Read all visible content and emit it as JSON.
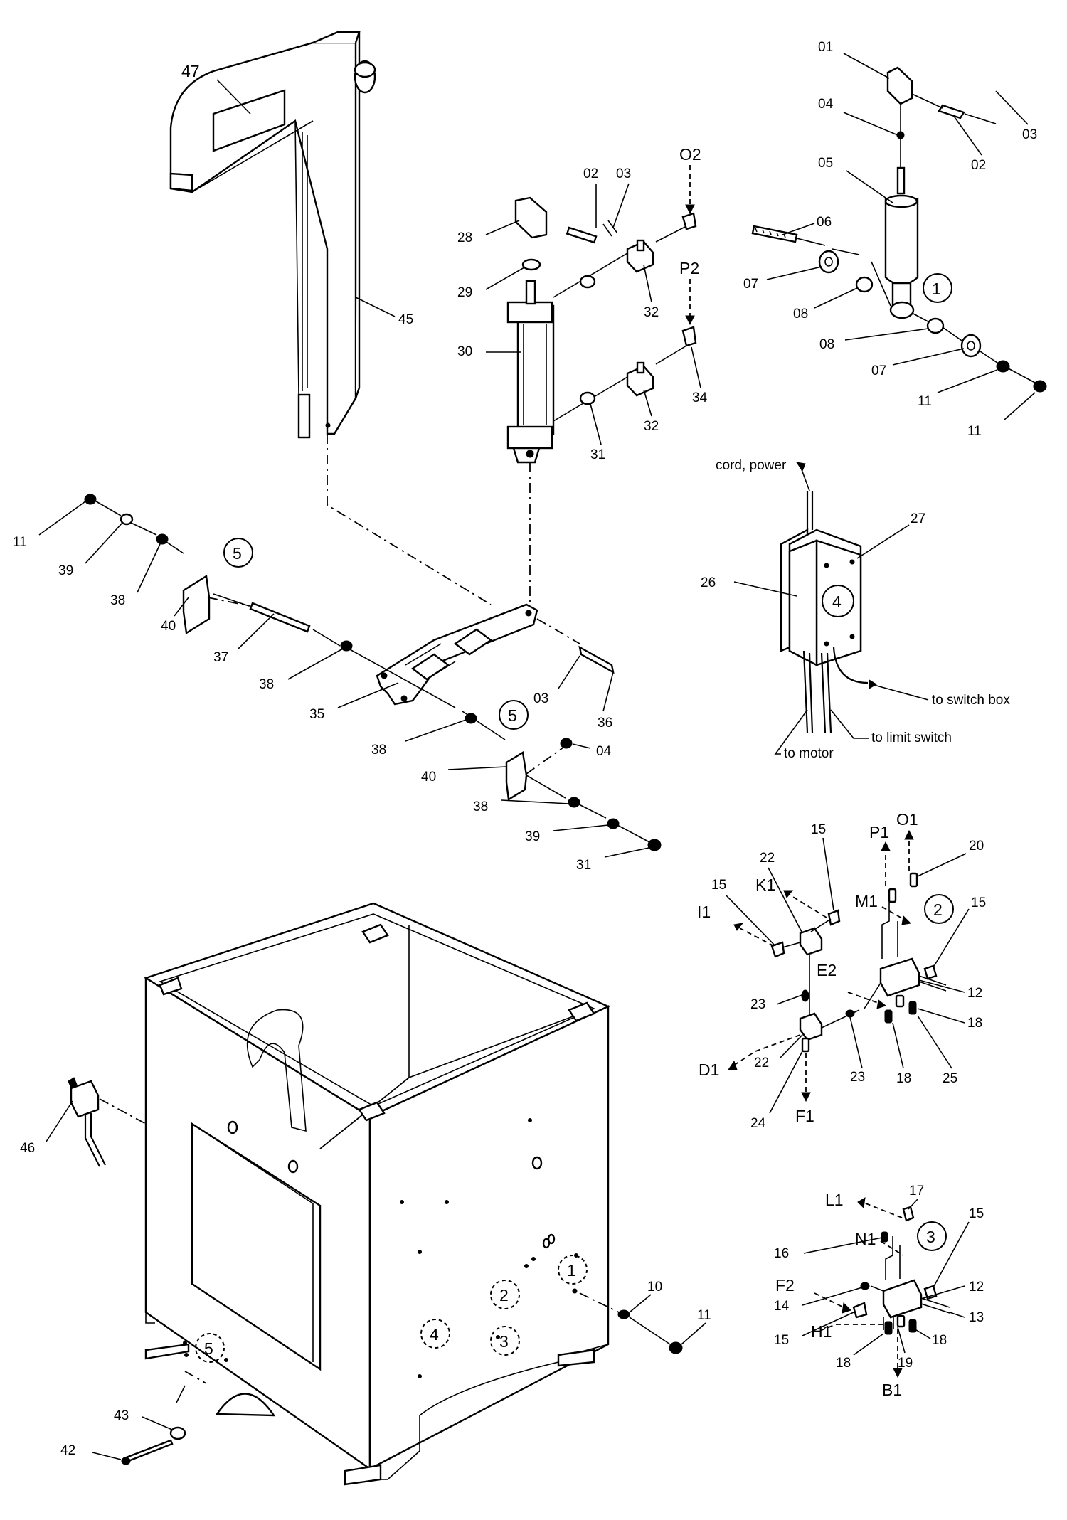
{
  "labels": {
    "p47": "47",
    "p45": "45",
    "p01": "01",
    "p04a": "04",
    "p05": "05",
    "p02a": "02",
    "p03a": "03",
    "p06": "06",
    "p07a": "07",
    "p08a": "08",
    "p08b": "08",
    "p07b": "07",
    "p11a": "11",
    "p11b": "11",
    "p28": "28",
    "p29": "29",
    "p30": "30",
    "p02b": "02",
    "p03b": "03",
    "p32a": "32",
    "p32b": "32",
    "p34": "34",
    "p31a": "31",
    "o2": "O2",
    "p2": "P2",
    "cord": "cord, power",
    "p26": "26",
    "p27": "27",
    "to_switch_box": "to switch box",
    "to_limit_switch": "to limit switch",
    "to_motor": "to motor",
    "p11c": "11",
    "p39a": "39",
    "p38a": "38",
    "p40a": "40",
    "p37": "37",
    "p38b": "38",
    "p35": "35",
    "p03c": "03",
    "p36": "36",
    "p38c": "38",
    "p40b": "40",
    "p04b": "04",
    "p38d": "38",
    "p39b": "39",
    "p31b": "31",
    "p1": "P1",
    "o1": "O1",
    "p20": "20",
    "p15a": "15",
    "p22a": "22",
    "k1": "K1",
    "m1": "M1",
    "p15b": "15",
    "i1": "I1",
    "p15c": "15",
    "e2": "E2",
    "p12a": "12",
    "p23a": "23",
    "p18a": "18",
    "d1": "D1",
    "p22b": "22",
    "p23b": "23",
    "p18b": "18",
    "p25": "25",
    "p24": "24",
    "f1": "F1",
    "l1": "L1",
    "p17": "17",
    "p15d": "15",
    "n1": "N1",
    "p16": "16",
    "p12b": "12",
    "f2": "F2",
    "p14": "14",
    "p13": "13",
    "p15e": "15",
    "h1": "H1",
    "p18c": "18",
    "p18d": "18",
    "p19": "19",
    "b1": "B1",
    "p46": "46",
    "p10": "10",
    "p11d": "11",
    "p43": "43",
    "p42": "42"
  },
  "callouts": {
    "c1": "1",
    "c2": "2",
    "c3": "3",
    "c4": "4",
    "c5a": "5",
    "c5b": "5",
    "b1": "1",
    "b2": "2",
    "b3": "3",
    "b4": "4",
    "b5": "5"
  }
}
